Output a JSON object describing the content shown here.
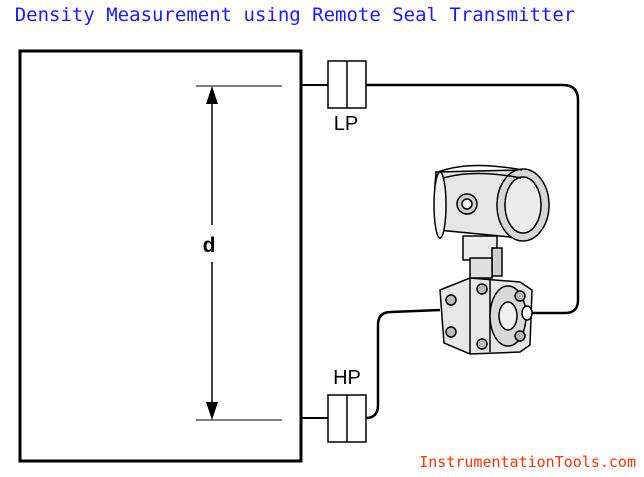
{
  "title": "Density Measurement using Remote Seal Transmitter",
  "labels": {
    "low_pressure": "LP",
    "high_pressure": "HP",
    "distance": "d"
  },
  "watermark": "InstrumentationTools.com",
  "colors": {
    "title": "#1a1aff",
    "watermark": "#ff3300",
    "line": "#000000"
  }
}
